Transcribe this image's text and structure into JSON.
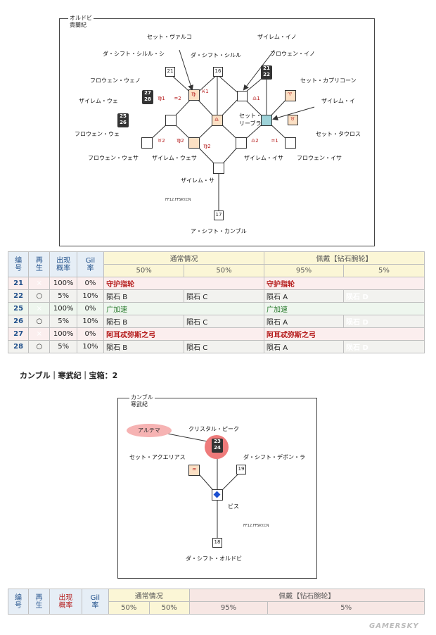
{
  "map1": {
    "title_line1": "オルドビ",
    "title_line2": "貴蘭紀",
    "labels": {
      "set_valco": "セット・ヴァルコ",
      "zairem_i_top": "ザイレム・イノ",
      "da_shift_shirul_shi": "ダ・シフト・シルル・シ",
      "da_shift_shirul": "ダ・シフト・シルル",
      "frouen_i_top": "フロウェン・イノ",
      "frouen_ueno": "フロウェン・ウェノ",
      "set_capricorn": "セット・カプリコーン",
      "zairem_ue": "ザイレム・ウェ",
      "zairem_i_right": "ザイレム・イ",
      "set_lyra": "セット・\nリーブラ",
      "frouen_ue": "フロウェン・ウェ",
      "set_taurus": "セット・タウロス",
      "frouen_uesa": "フロウェン・ウェサ",
      "zairem_uesa": "ザイレム・ウェサ",
      "zairem_isa": "ザイレム・イサ",
      "frouen_isa": "フロウェン・イサ",
      "zairem_sa": "ザイレム・サ",
      "a_shift_canbul": "ア・シフト・カンブル",
      "site": "FF12.FFSKY.CN"
    },
    "numbers": {
      "n21": "21",
      "n16": "16",
      "n17": "17",
      "dark_21_22": "21\n22",
      "dark_27_28": "27\n28",
      "dark_25_26": "25\n26"
    },
    "zodiac": {
      "z1": "♍1",
      "z2": "♒2",
      "z3": "♍",
      "z4": "♓1",
      "z5": "♎1",
      "z6": "♈",
      "z7": "♎",
      "z8": "♉",
      "z9": "♉2",
      "z10": "♍2",
      "z11": "♍2",
      "z12": "♎2",
      "z13": "♒1"
    }
  },
  "table1": {
    "headers": {
      "id": "编\n号",
      "respawn": "再\n生",
      "rate": "出现\n概率",
      "gil": "Gil\n率",
      "normal": "通常情况",
      "equip": "佩戴【钻石腕轮】",
      "p1": "50%",
      "p2": "50%",
      "p3": "95%",
      "p4": "5%"
    },
    "rows": [
      {
        "id": "21",
        "respawn": "×",
        "rate": "100%",
        "gil": "0%",
        "n1": "守护指轮",
        "n2": "",
        "e1": "守护指轮",
        "e2": "",
        "style": "pink"
      },
      {
        "id": "22",
        "respawn": "○",
        "rate": "5%",
        "gil": "10%",
        "n1": "陨石 B",
        "n2": "陨石 C",
        "e1": "陨石 A",
        "e2": "陨石 D",
        "style": "grey"
      },
      {
        "id": "25",
        "respawn": "×",
        "rate": "100%",
        "gil": "0%",
        "n1": "广加速",
        "n2": "",
        "e1": "广加速",
        "e2": "",
        "style": "green"
      },
      {
        "id": "26",
        "respawn": "○",
        "rate": "5%",
        "gil": "10%",
        "n1": "陨石 B",
        "n2": "陨石 C",
        "e1": "陨石 A",
        "e2": "陨石 D",
        "style": "grey"
      },
      {
        "id": "27",
        "respawn": "×",
        "rate": "100%",
        "gil": "0%",
        "n1": "阿耳忒弥斯之弓",
        "n2": "",
        "e1": "阿耳忒弥斯之弓",
        "e2": "",
        "style": "pink"
      },
      {
        "id": "28",
        "respawn": "○",
        "rate": "5%",
        "gil": "10%",
        "n1": "陨石 B",
        "n2": "陨石 C",
        "e1": "陨石 A",
        "e2": "陨石 D",
        "style": "grey"
      }
    ]
  },
  "section2_title": "カンブル｜寒武纪｜宝箱：2",
  "map2": {
    "title_line1": "カンブル",
    "title_line2": "寒武紀",
    "labels": {
      "ultima": "アルテマ",
      "crystal_peak": "クリスタル・ピーク",
      "set_aquarius": "セット・アクエリアス",
      "da_shift_devon": "ダ・シフト・デボン・ラ",
      "bis": "ビス",
      "site": "FF12.FFSKY.CN",
      "da_shift_ordovi": "ダ・シフト・オルドビ"
    },
    "numbers": {
      "n19": "19",
      "n18": "18",
      "dark_23_24": "23\n24"
    },
    "zodiac": {
      "aq": "♒"
    }
  },
  "table2": {
    "headers": {
      "id": "编\n号",
      "respawn": "再\n生",
      "rate": "出现\n概率",
      "gil": "Gil\n率",
      "normal": "通常情况",
      "equip": "佩戴【钻石腕轮】",
      "p1": "50%",
      "p2": "50%",
      "p3": "95%",
      "p4": "5%"
    }
  },
  "watermark": "GAMERSKY"
}
